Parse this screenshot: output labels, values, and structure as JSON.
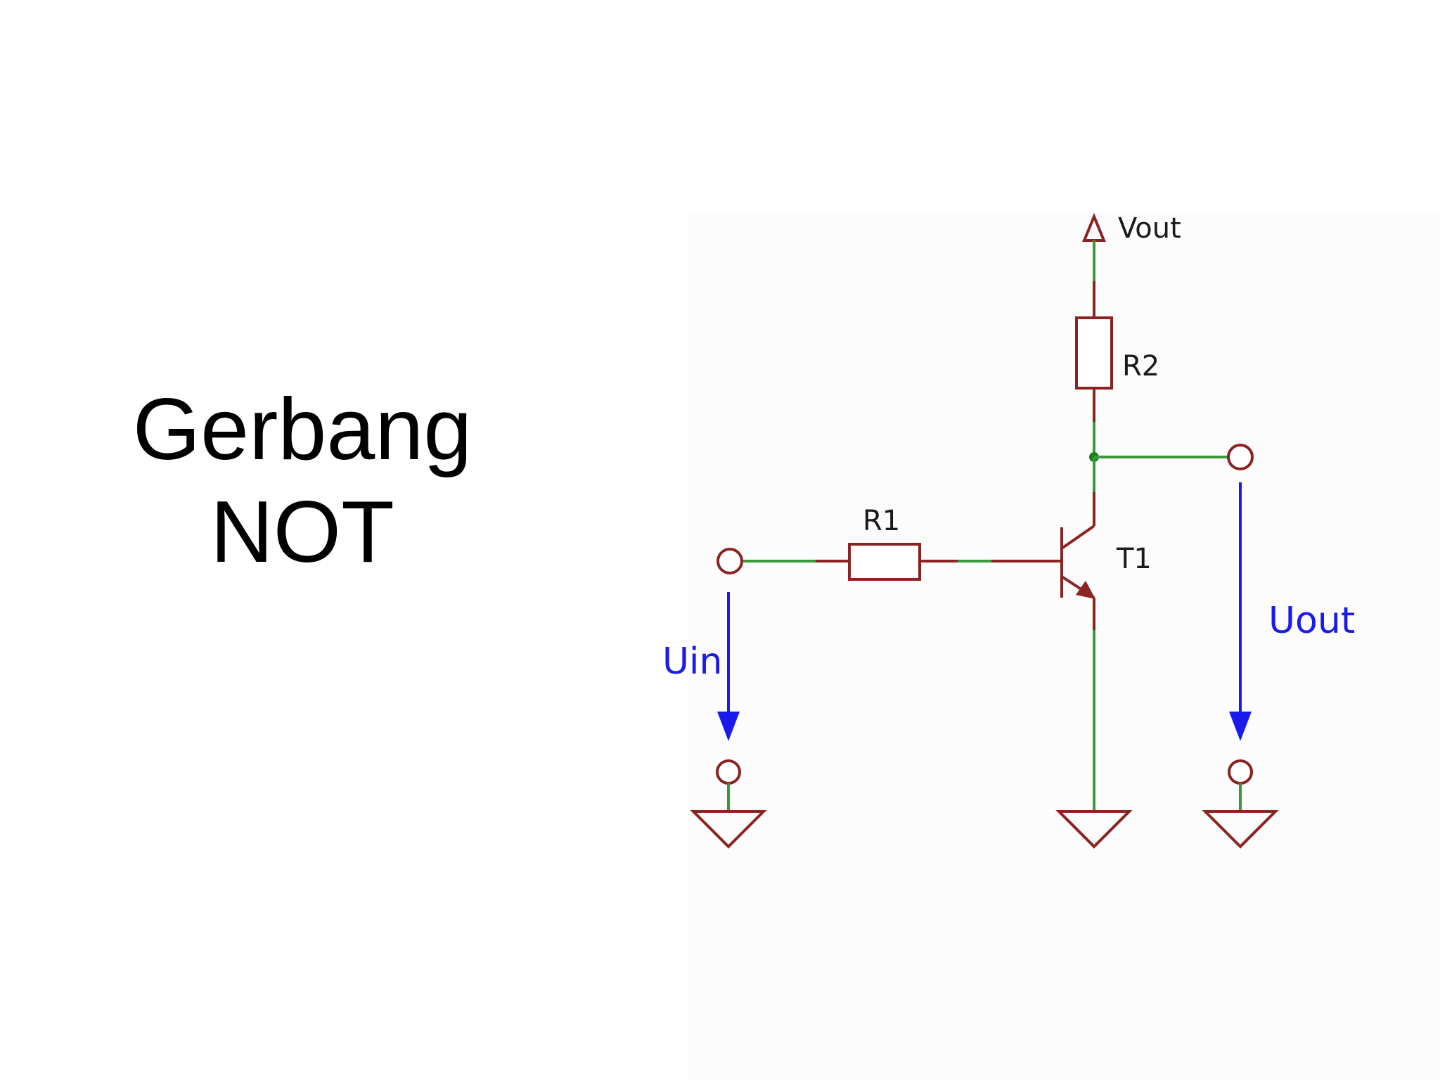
{
  "slide": {
    "title_line1": "Gerbang",
    "title_line2": "NOT"
  },
  "schematic": {
    "labels": {
      "supply": "Vout",
      "r2": "R2",
      "r1": "R1",
      "transistor": "T1",
      "input_voltage": "Uin",
      "output_voltage": "Uout"
    },
    "colors": {
      "component": "#8b2323",
      "wire": "#3a9a3a",
      "voltage_arrow": "#1a1aee",
      "label": "#1a1a1a"
    }
  }
}
